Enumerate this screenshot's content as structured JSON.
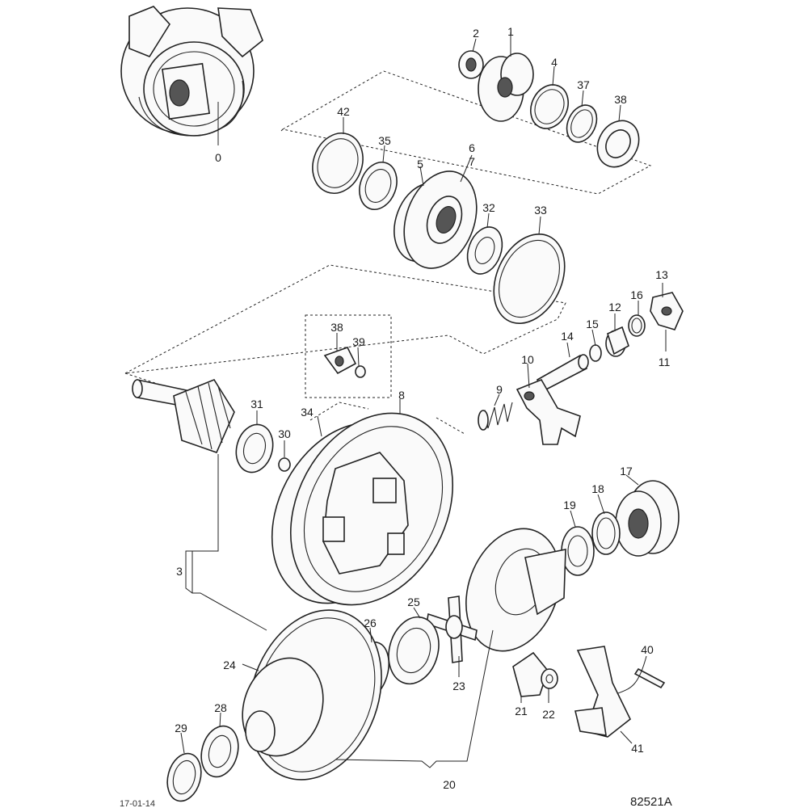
{
  "diagram": {
    "labels": {
      "p0": "0",
      "p1": "1",
      "p2": "2",
      "p3": "3",
      "p4": "4",
      "p5": "5",
      "p6": "6",
      "p7": "7",
      "p8": "8",
      "p9": "9",
      "p10": "10",
      "p11": "11",
      "p12": "12",
      "p13": "13",
      "p14": "14",
      "p15": "15",
      "p16": "16",
      "p17": "17",
      "p18": "18",
      "p19": "19",
      "p20": "20",
      "p21": "21",
      "p22": "22",
      "p23": "23",
      "p24": "24",
      "p25": "25",
      "p26": "26",
      "p28": "28",
      "p29": "29",
      "p30": "30",
      "p31": "31",
      "p32": "32",
      "p33": "33",
      "p34": "34",
      "p35": "35",
      "p37": "37",
      "p38a": "38",
      "p38b": "38",
      "p39": "39",
      "p40": "40",
      "p41": "41",
      "p42": "42"
    },
    "date_stamp": "17-01-14",
    "figure_code": "82521A"
  }
}
